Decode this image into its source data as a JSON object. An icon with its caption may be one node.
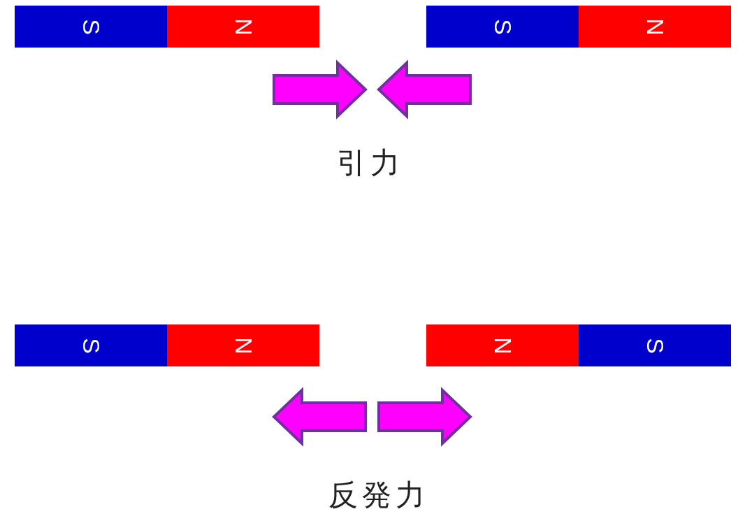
{
  "diagram": {
    "nodes": [
      {
        "text": [
          "S"
        ]
      },
      {
        "text": [
          "N"
        ]
      },
      {
        "text": [
          "S"
        ]
      },
      {
        "text": [
          "N"
        ]
      },
      {
        "text": [
          "S"
        ]
      },
      {
        "text": [
          "N"
        ]
      },
      {
        "text": [
          "N"
        ]
      },
      {
        "text": [
          "S"
        ]
      }
    ],
    "labels": [
      "引力",
      "反発力"
    ]
  }
}
